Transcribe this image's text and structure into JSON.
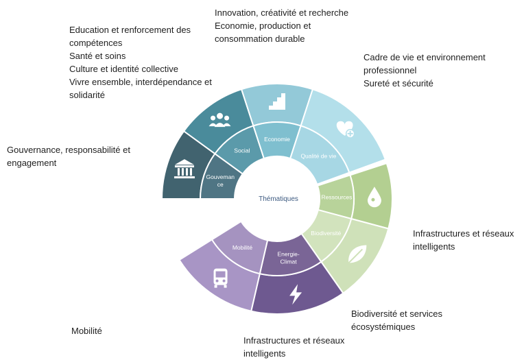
{
  "center_label": "Thématiques",
  "inner_segments": [
    {
      "id": "gouvernance",
      "label": [
        "Gouveman",
        "ce"
      ],
      "color": "#4f7584"
    },
    {
      "id": "social",
      "label": [
        "Social"
      ],
      "color": "#5b9aaa"
    },
    {
      "id": "economie",
      "label": [
        "Economie"
      ],
      "color": "#7fbfcf"
    },
    {
      "id": "qualite",
      "label": [
        "Qualité de vie"
      ],
      "color": "#a7d7e4"
    },
    {
      "id": "ressources",
      "label": [
        "Ressources"
      ],
      "color": "#b8d39a"
    },
    {
      "id": "biodiversite",
      "label": [
        "Biodiversité"
      ],
      "color": "#d2e3bd"
    },
    {
      "id": "energie",
      "label": [
        "Energie-",
        "Climat"
      ],
      "color": "#7a6596"
    },
    {
      "id": "mobilite",
      "label": [
        "Mobilité"
      ],
      "color": "#a593c0"
    }
  ],
  "outer_segments": [
    {
      "id": "gouvernance",
      "icon": "building-icon",
      "color": "#41636f"
    },
    {
      "id": "social",
      "icon": "people-icon",
      "color": "#4a8b9b"
    },
    {
      "id": "economie",
      "icon": "stairs-icon",
      "color": "#93c9d8"
    },
    {
      "id": "qualite",
      "icon": "heart-plus-icon",
      "color": "#b3dfea"
    },
    {
      "id": "ressources",
      "icon": "water-drop-icon",
      "color": "#b3cf91"
    },
    {
      "id": "biodiversite",
      "icon": "leaf-icon",
      "color": "#cfe1b9"
    },
    {
      "id": "energie",
      "icon": "lightning-icon",
      "color": "#6e5990"
    },
    {
      "id": "mobilite",
      "icon": "bus-icon",
      "color": "#a895c5"
    }
  ],
  "callouts": {
    "gouvernance": [
      "Gouvernance, responsabilité et",
      "engagement"
    ],
    "social": [
      "Education et renforcement des",
      "compétences",
      "Santé et soins",
      "Culture et identité collective",
      "Vivre ensemble, interdépendance et",
      "solidarité"
    ],
    "economie": [
      "Innovation, créativité et recherche",
      "Economie, production et",
      "consommation durable"
    ],
    "qualite": [
      "Cadre de vie et environnement",
      "professionnel",
      "Sureté et sécurité"
    ],
    "ressources": [
      "Infrastructures et réseaux",
      "intelligents"
    ],
    "biodiversite": [
      "Biodiversité et services",
      "écosystémiques"
    ],
    "energie": [
      "Infrastructures et réseaux",
      "intelligents"
    ],
    "mobilite": [
      "Mobilité"
    ]
  }
}
